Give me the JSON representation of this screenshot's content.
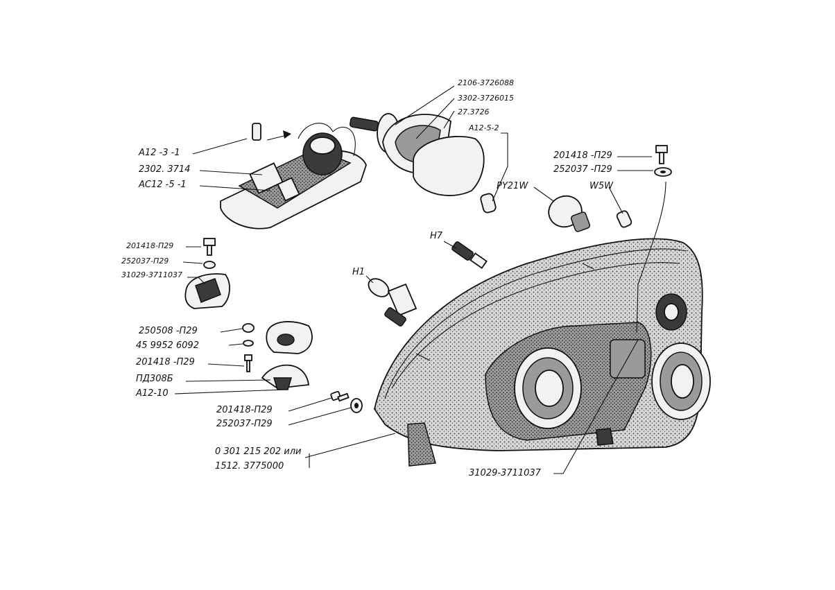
{
  "labels": {
    "a12_3_1": "A12 -3 -1",
    "p2302_3714": "2302. 3714",
    "ac12_5_1": "AC12 -5 -1",
    "p2106_3726088": "2106-3726088",
    "p3302_3726015": "3302-3726015",
    "p27_3726": "27.3726",
    "a12_5_2": "A12-5-2",
    "py21w": "PY21W",
    "bolt_top": "201418 -П29",
    "washer_top": "252037 -П29",
    "w5w": "W5W",
    "h7": "H7",
    "h1": "H1",
    "bolt_left": "201418-П29",
    "washer_left": "252037-П29",
    "bracket_left": "31029-3711037",
    "nut": "250508 -П29",
    "lockwasher": "45 9952 6092",
    "bolt_mid": "201418 -П29",
    "pd308b": "ПД308Б",
    "a12_10": "A12-10",
    "bolt_low": "201418-П29",
    "washer_low": "252037-П29",
    "corrector_1": "0 301 215 202 или",
    "corrector_2": "1512. 3775000",
    "bracket_right": "31029-3711037"
  }
}
